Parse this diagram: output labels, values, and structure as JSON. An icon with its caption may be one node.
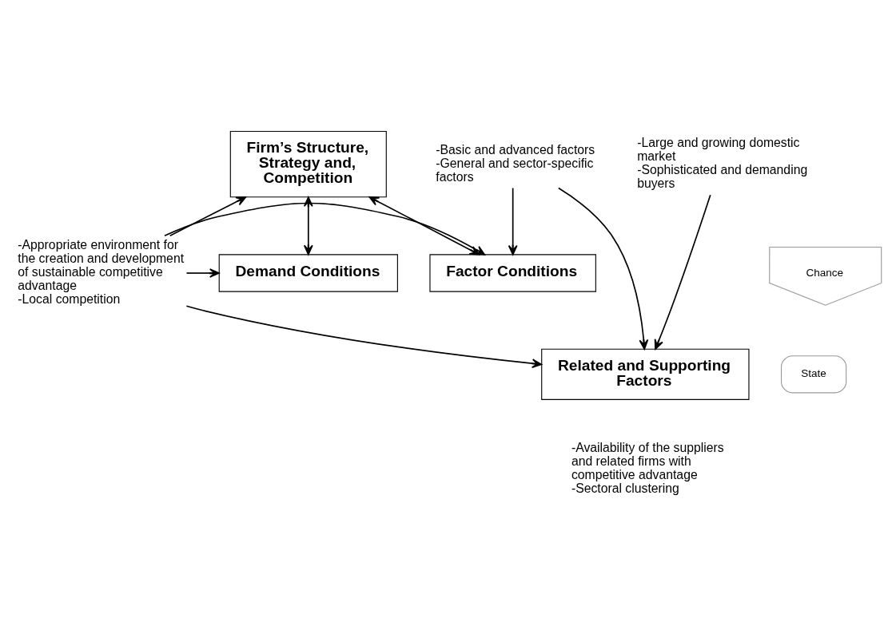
{
  "diagram": {
    "nodes": [
      {
        "text": [
          "Firm’s Structure, Strategy and, Competition"
        ]
      },
      {
        "text": [
          "Chance"
        ]
      },
      {
        "text": [
          "-Appropriate environment for the creation and development of sustainable competitive advantage",
          "-Local competition"
        ]
      },
      {
        "text": [
          "Factor Conditions"
        ]
      },
      {
        "text": [
          "Demand Conditions"
        ]
      },
      {
        "text": [
          "-Basic and advanced factors",
          "-General and sector-specific factors"
        ]
      },
      {
        "text": [
          "-Large and growing domestic market",
          "-Sophisticated and demanding buyers"
        ]
      },
      {
        "text": [
          "Related and Supporting Factors"
        ],
        "beside": [
          "-Availability of the suppliers and related firms with competitive advantage",
          "-Sectoral clustering"
        ]
      },
      {
        "text": [
          "State"
        ]
      }
    ],
    "edges": [
      {
        "from": 0,
        "to": 3,
        "arrow": "both"
      },
      {
        "from": 0,
        "to": 4,
        "arrow": "both"
      },
      {
        "from": 2,
        "to": 0,
        "arrow": "to"
      },
      {
        "from": 2,
        "to": 3,
        "arrow": "to"
      },
      {
        "from": 2,
        "to": 4,
        "arrow": "to"
      },
      {
        "from": 2,
        "to": 7,
        "arrow": "to"
      },
      {
        "from": 5,
        "to": 3,
        "arrow": "to"
      },
      {
        "from": 5,
        "to": 7,
        "arrow": "to"
      },
      {
        "from": 6,
        "to": 7,
        "arrow": "to"
      }
    ]
  }
}
